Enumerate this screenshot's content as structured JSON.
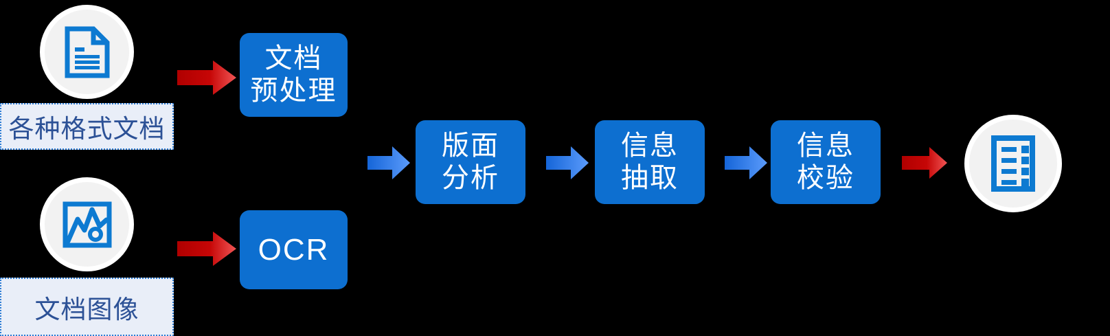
{
  "diagram": {
    "title": "Document information extraction pipeline",
    "background_color": "#000000",
    "colors": {
      "process_box": "#0d6fd0",
      "process_text": "#ffffff",
      "caption_fill": "#e9eef8",
      "caption_border": "#2b7bd4",
      "caption_text": "#2c5196",
      "icon_blue": "#0d7ad1",
      "circle_fill": "#f2f2f2",
      "circle_ring": "#ffffff",
      "arrow_red_dark": "#b00000",
      "arrow_red_light": "#ef3b3b",
      "arrow_blue_dark": "#1565d8",
      "arrow_blue_light": "#4a93f7"
    },
    "inputs": [
      {
        "id": "doc-formats",
        "icon": "document-icon",
        "caption": "各种格式文档"
      },
      {
        "id": "doc-images",
        "icon": "image-icon",
        "caption": "文档图像"
      }
    ],
    "stages": [
      {
        "id": "preprocess",
        "lines": [
          "文档",
          "预处理"
        ],
        "script": "cjk"
      },
      {
        "id": "ocr",
        "lines": [
          "OCR"
        ],
        "script": "latin"
      },
      {
        "id": "layout-analysis",
        "lines": [
          "版面",
          "分析"
        ],
        "script": "cjk"
      },
      {
        "id": "info-extraction",
        "lines": [
          "信息",
          "抽取"
        ],
        "script": "cjk"
      },
      {
        "id": "info-validation",
        "lines": [
          "信息",
          "校验"
        ],
        "script": "cjk"
      }
    ],
    "output": {
      "id": "structured-result",
      "icon": "structured-document-icon"
    },
    "arrows": [
      {
        "id": "arrow-doc-to-preprocess",
        "color": "red"
      },
      {
        "id": "arrow-image-to-ocr",
        "color": "red"
      },
      {
        "id": "arrow-into-layout",
        "color": "blue"
      },
      {
        "id": "arrow-layout-to-extraction",
        "color": "blue"
      },
      {
        "id": "arrow-extraction-to-validation",
        "color": "blue"
      },
      {
        "id": "arrow-validation-to-output",
        "color": "red"
      }
    ]
  }
}
